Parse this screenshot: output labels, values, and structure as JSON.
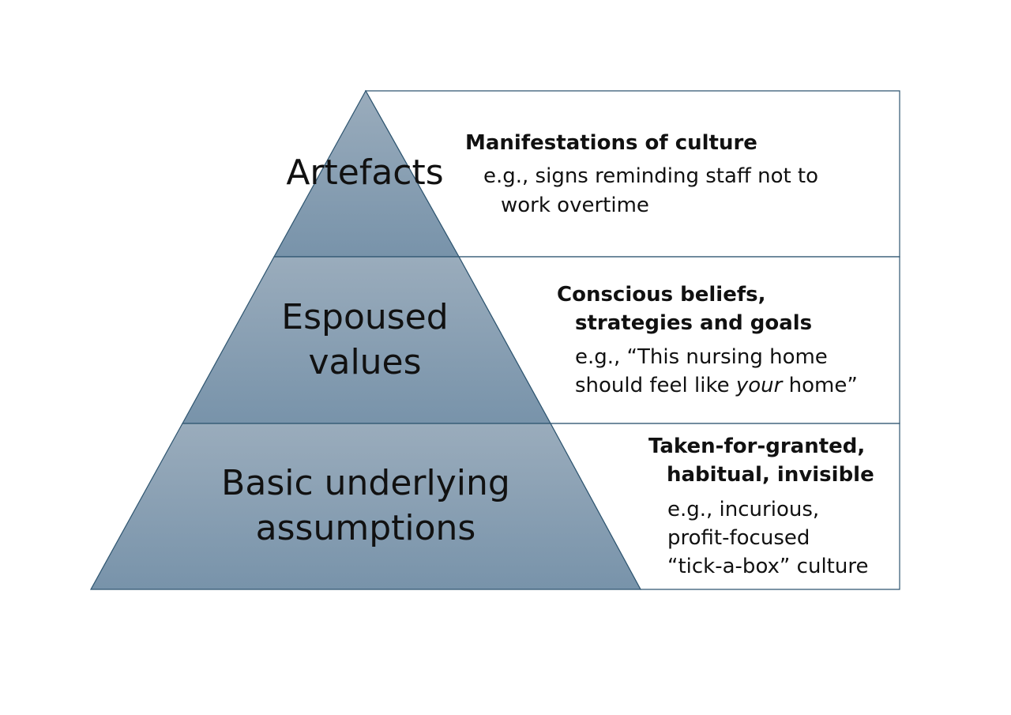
{
  "diagram": {
    "colors": {
      "tier_top": "#9aacbc",
      "tier_bottom": "#7893aa",
      "outline": "#2e5570"
    },
    "levels": [
      {
        "title_lines": [
          "Artefacts"
        ],
        "heading_lines": [
          "Manifestations of culture"
        ],
        "example_lines": [
          "e.g., signs reminding staff not to",
          "work overtime"
        ]
      },
      {
        "title_lines": [
          "Espoused",
          "values"
        ],
        "heading_lines": [
          "Conscious beliefs,",
          "strategies and goals"
        ],
        "example_lines": [
          "e.g., “This nursing home"
        ],
        "example_mixed_line": {
          "before": "should feel like ",
          "emphasis": "your",
          "after": " home”"
        }
      },
      {
        "title_lines": [
          "Basic underlying",
          "assumptions"
        ],
        "heading_lines": [
          "Taken-for-granted,",
          "habitual, invisible"
        ],
        "example_lines": [
          "e.g., incurious,",
          "profit-focused",
          "“tick-a-box” culture"
        ]
      }
    ]
  }
}
